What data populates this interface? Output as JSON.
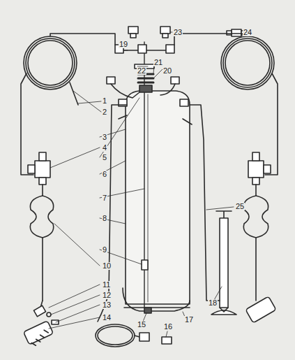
{
  "diagram": {
    "labels": [
      "23",
      "24",
      "19",
      "22",
      "21",
      "20",
      "1",
      "2",
      "3",
      "4",
      "5",
      "6",
      "7",
      "8",
      "9",
      "10",
      "11",
      "12",
      "13",
      "14",
      "15",
      "16",
      "17",
      "18",
      "25"
    ]
  }
}
